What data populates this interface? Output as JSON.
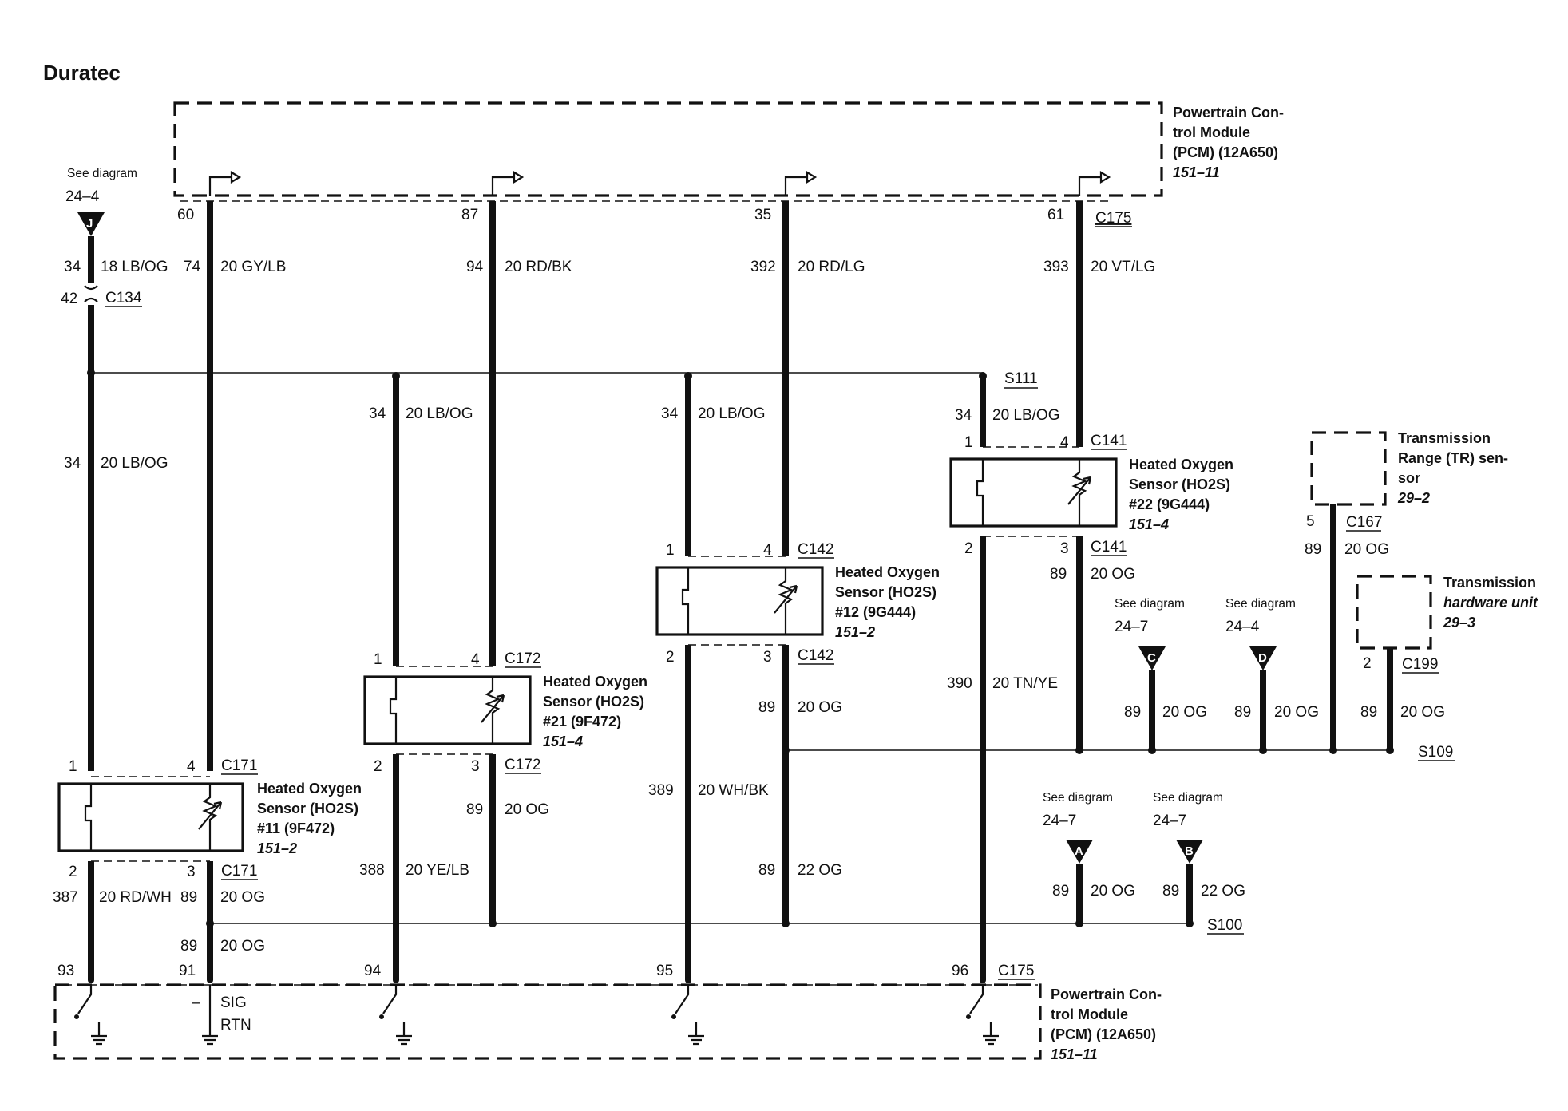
{
  "title": "Duratec",
  "pcm_top": {
    "lines": [
      "Powertrain Con-",
      "trol Module",
      "(PCM) (12A650)"
    ],
    "ref": "151–11",
    "connector": "C175"
  },
  "pcm_bottom": {
    "lines": [
      "Powertrain Con-",
      "trol Module",
      "(PCM) (12A650)"
    ],
    "ref": "151–11",
    "connector": "C175",
    "sig": "SIG",
    "rtn": "RTN",
    "minus": "–"
  },
  "pins_top": [
    "60",
    "87",
    "35",
    "61"
  ],
  "pins_bottom": [
    "93",
    "91",
    "94",
    "95",
    "96"
  ],
  "see_diagram": "See diagram",
  "refs": {
    "J": {
      "letter": "J",
      "ref": "24–4"
    },
    "C": {
      "letter": "C",
      "ref": "24–7"
    },
    "D": {
      "letter": "D",
      "ref": "24–4"
    },
    "A": {
      "letter": "A",
      "ref": "24–7"
    },
    "B": {
      "letter": "B",
      "ref": "24–7"
    }
  },
  "circuits": {
    "c34_18lbog": {
      "num": "34",
      "color": "18 LB/OG"
    },
    "c34_20lbog": {
      "num": "34",
      "color": "20 LB/OG"
    },
    "c74": {
      "num": "74",
      "color": "20 GY/LB"
    },
    "c94": {
      "num": "94",
      "color": "20 RD/BK"
    },
    "c392": {
      "num": "392",
      "color": "20 RD/LG"
    },
    "c393": {
      "num": "393",
      "color": "20 VT/LG"
    },
    "c387": {
      "num": "387",
      "color": "20 RD/WH"
    },
    "c388": {
      "num": "388",
      "color": "20 YE/LB"
    },
    "c389": {
      "num": "389",
      "color": "20 WH/BK"
    },
    "c390": {
      "num": "390",
      "color": "20 TN/YE"
    },
    "c89og": {
      "num": "89",
      "color": "20 OG"
    },
    "c89_22og": {
      "num": "89",
      "color": "22 OG"
    }
  },
  "connectors": {
    "c134": {
      "name": "C134",
      "pin": "42"
    },
    "c171": "C171",
    "c172": "C172",
    "c142": "C142",
    "c141": "C141",
    "c167": "C167",
    "c199": "C199"
  },
  "splices": {
    "s111": "S111",
    "s109": "S109",
    "s100": "S100"
  },
  "sensors": {
    "s11": {
      "lines": [
        "Heated Oxygen",
        "Sensor (HO2S)",
        "#11 (9F472)"
      ],
      "ref": "151–2",
      "pins": [
        "1",
        "4",
        "2",
        "3"
      ]
    },
    "s21": {
      "lines": [
        "Heated Oxygen",
        "Sensor (HO2S)",
        "#21 (9F472)"
      ],
      "ref": "151–4",
      "pins": [
        "1",
        "4",
        "2",
        "3"
      ]
    },
    "s12": {
      "lines": [
        "Heated Oxygen",
        "Sensor (HO2S)",
        "#12 (9G444)"
      ],
      "ref": "151–2",
      "pins": [
        "1",
        "4",
        "2",
        "3"
      ]
    },
    "s22": {
      "lines": [
        "Heated Oxygen",
        "Sensor (HO2S)",
        "#22 (9G444)"
      ],
      "ref": "151–4",
      "pins": [
        "1",
        "4",
        "2",
        "3"
      ]
    }
  },
  "tr_sensor": {
    "lines": [
      "Transmission",
      "Range (TR) sen-",
      "sor"
    ],
    "ref": "29–2",
    "pin": "5"
  },
  "trans_hw": {
    "lines": [
      "Transmission",
      "hardware unit"
    ],
    "ref": "29–3",
    "pin": "2"
  }
}
